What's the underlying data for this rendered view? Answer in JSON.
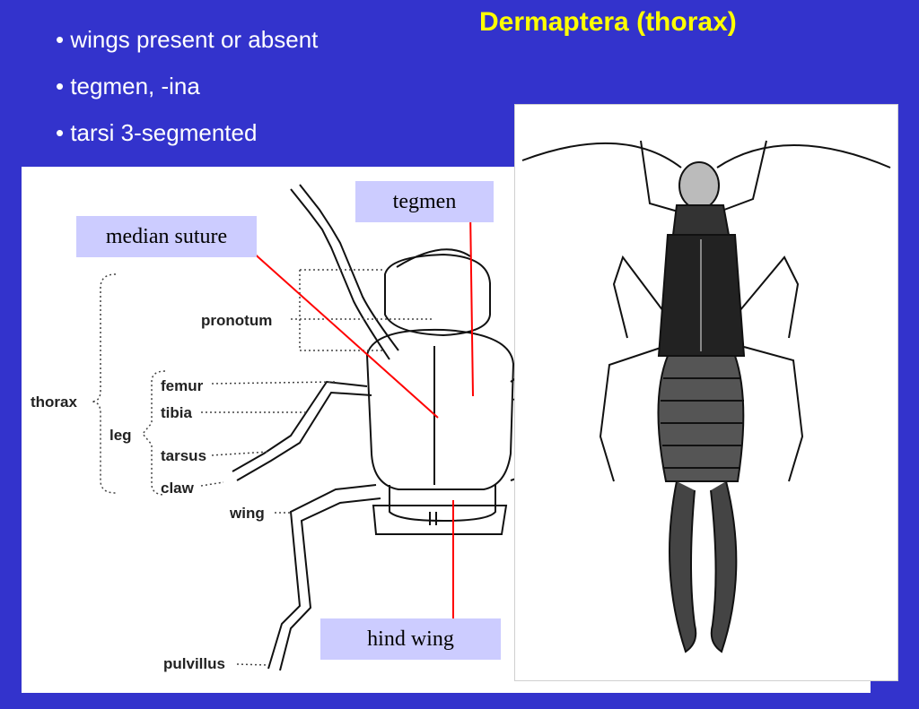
{
  "title": "Dermaptera (thorax)",
  "bullets": [
    "• wings present or absent",
    "• tegmen, -ina",
    "• tarsi 3-segmented"
  ],
  "callouts": {
    "tegmen": "tegmen",
    "median_suture": "median suture",
    "hind_wing": "hind wing"
  },
  "diagram_labels": {
    "pronotum": "pronotum",
    "thorax": "thorax",
    "leg": "leg",
    "femur": "femur",
    "tibia": "tibia",
    "tarsus": "tarsus",
    "claw": "claw",
    "wing": "wing",
    "pulvillus": "pulvillus"
  },
  "colors": {
    "background": "#3333cc",
    "title": "#ffff00",
    "callout_box": "#ccccff",
    "pointer_line": "#ff0000"
  }
}
